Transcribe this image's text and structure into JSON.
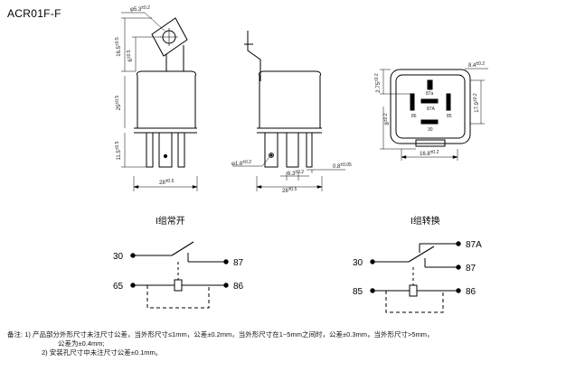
{
  "title": "ACR01F-F",
  "views": {
    "front": {
      "dims": {
        "hole": "φ5.3",
        "top_height": "16.5",
        "tab_height": "6",
        "body_height": "25",
        "pin_height": "11.5",
        "width": "28"
      },
      "tol": {
        "hole": "±0.2",
        "top_height": "±0.5",
        "tab_height": "±0.5",
        "body_height": "±0.5",
        "pin_height": "±0.5",
        "width": "±0.5"
      }
    },
    "side": {
      "dims": {
        "pin_hole": "φ1.8",
        "pin_width": "6.3",
        "pin_thk": "0.8",
        "depth": "28"
      },
      "tol": {
        "pin_hole": "±0.2",
        "pin_width": "±0.2",
        "pin_thk": "±0.05",
        "depth": "±0.5"
      }
    },
    "bottom": {
      "dims": {
        "offset": "2.75",
        "pitch": "8.4",
        "height": "17.9",
        "spacing": "8",
        "width": "16.8"
      },
      "tol": {
        "offset": "±0.2",
        "pitch": "±0.2",
        "height": "±0.2",
        "spacing": "±0.2",
        "width": "±0.2"
      },
      "pin_labels": [
        "87a",
        "86",
        "87A",
        "85",
        "30"
      ]
    }
  },
  "schematics": {
    "normally_open": {
      "label": "I组常开",
      "terminals": [
        "30",
        "87",
        "65",
        "86"
      ]
    },
    "changeover": {
      "label": "I组转换",
      "terminals": [
        "87A",
        "30",
        "87",
        "85",
        "86"
      ]
    }
  },
  "notes": {
    "prefix": "备注:",
    "items": [
      "1) 产品部分外形尺寸未注尺寸公差，当外形尺寸≤1mm，公差±0.2mm，当外形尺寸在1~5mm之间时，公差±0.3mm，当外形尺寸>5mm，",
      "公差为±0.4mm;",
      "2) 安装孔尺寸中未注尺寸公差±0.1mm。"
    ]
  },
  "colors": {
    "line": "#000000",
    "dim": "#222222"
  }
}
